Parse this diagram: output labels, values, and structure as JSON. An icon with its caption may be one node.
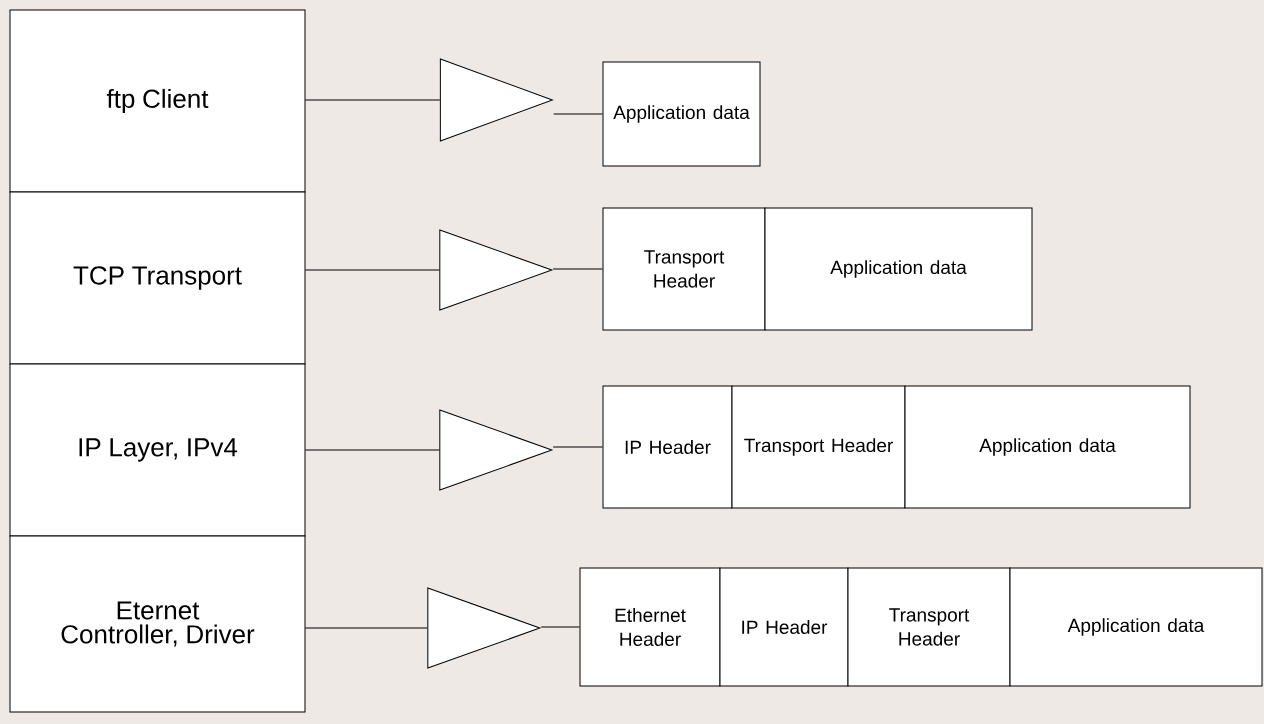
{
  "diagram": {
    "nodes": [
      {
        "text": [
          "ftp Client"
        ]
      },
      {
        "text": [
          "TCP Transport"
        ]
      },
      {
        "text": [
          "IP Layer, IPv4"
        ]
      },
      {
        "text": [
          "Eternet Controller, Driver"
        ]
      },
      {
        "text": [],
        "shape": "triangle"
      },
      {
        "text": [],
        "shape": "triangle"
      },
      {
        "text": [],
        "shape": "triangle"
      },
      {
        "text": [],
        "shape": "triangle"
      },
      {
        "text": [
          "Application data"
        ]
      },
      {
        "text": [
          "Transport Header"
        ]
      },
      {
        "text": [
          "Application data"
        ]
      },
      {
        "text": [
          "IP Header"
        ]
      },
      {
        "text": [
          "Transport Header"
        ]
      },
      {
        "text": [
          "Application data"
        ]
      },
      {
        "text": [
          "Ethernet Header"
        ]
      },
      {
        "text": [
          "IP Header"
        ]
      },
      {
        "text": [
          "Transport Header"
        ]
      },
      {
        "text": [
          "Application data"
        ]
      }
    ],
    "edges": [
      {
        "from": 0,
        "to": 4,
        "arrow": "none"
      },
      {
        "from": 4,
        "to": 8,
        "arrow": "none"
      },
      {
        "from": 1,
        "to": 5,
        "arrow": "none"
      },
      {
        "from": 5,
        "to": 9,
        "arrow": "none"
      },
      {
        "from": 2,
        "to": 6,
        "arrow": "none"
      },
      {
        "from": 6,
        "to": 11,
        "arrow": "none"
      },
      {
        "from": 3,
        "to": 7,
        "arrow": "none"
      },
      {
        "from": 7,
        "to": 14,
        "arrow": "none"
      }
    ]
  }
}
